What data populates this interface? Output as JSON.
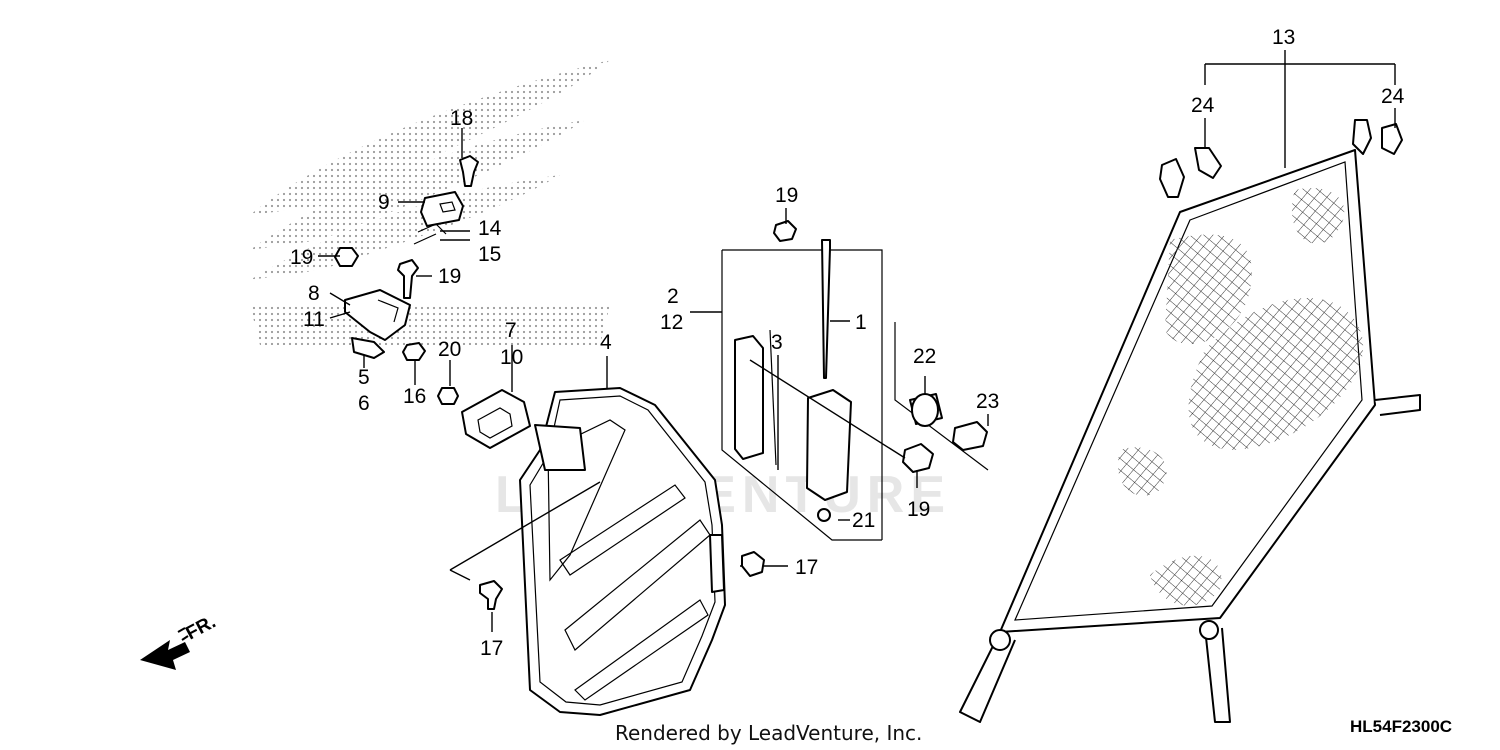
{
  "watermark": "LEADVENTURE",
  "footer": "Rendered by LeadVenture, Inc.",
  "diagram_code": "HL54F2300C",
  "front_arrow_label": "FR.",
  "callouts": {
    "c1": "1",
    "c2": "2",
    "c3": "3",
    "c4": "4",
    "c5": "5",
    "c6": "6",
    "c7": "7",
    "c8": "8",
    "c9": "9",
    "c10": "10",
    "c11": "11",
    "c12": "12",
    "c13": "13",
    "c14": "14",
    "c15": "15",
    "c16": "16",
    "c17a": "17",
    "c17b": "17",
    "c18": "18",
    "c19a": "19",
    "c19b": "19",
    "c19c": "19",
    "c19d": "19",
    "c20": "20",
    "c21": "21",
    "c22": "22",
    "c23": "23",
    "c24a": "24",
    "c24b": "24"
  },
  "icons": {
    "background": "honda-wing-logo-halftone",
    "direction": "front-direction-arrow"
  }
}
